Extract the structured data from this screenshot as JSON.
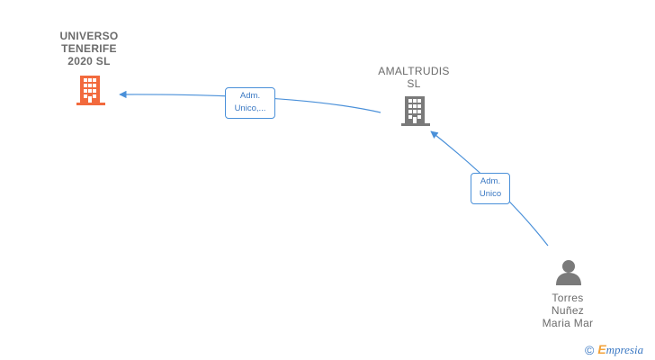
{
  "nodes": {
    "universo": {
      "lines": [
        "UNIVERSO",
        "TENERIFE",
        "2020  SL"
      ],
      "icon": "building-icon",
      "color": "#f26a3d"
    },
    "amaltrudis": {
      "lines": [
        "AMALTRUDIS",
        "SL"
      ],
      "icon": "building-icon",
      "color": "#7a7a7a"
    },
    "person": {
      "lines": [
        "Torres",
        "Nuñez",
        "Maria Mar"
      ],
      "icon": "person-icon",
      "color": "#7a7a7a"
    }
  },
  "edges": [
    {
      "from": "amaltrudis",
      "to": "universo",
      "label": [
        "Adm.",
        "Unico,..."
      ]
    },
    {
      "from": "person",
      "to": "amaltrudis",
      "label": [
        "Adm.",
        "Unico"
      ]
    }
  ],
  "edge_color": "#4a90d9",
  "brand": {
    "copyright": "©",
    "initial": "E",
    "rest": "mpresia"
  }
}
